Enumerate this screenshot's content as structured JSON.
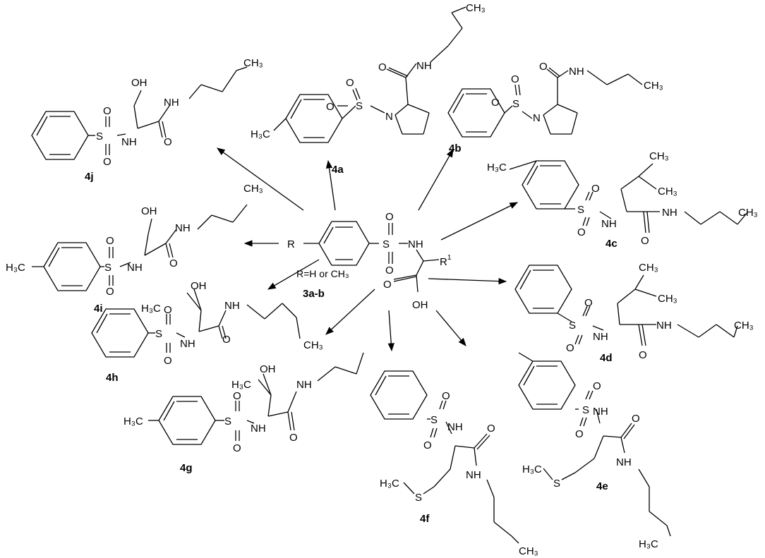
{
  "scheme": {
    "center": {
      "label": "3a-b",
      "caption": "R=H or CH₃",
      "r_group": "R",
      "r1_group": "R",
      "r1_sup": "1",
      "atoms": {
        "s": "S",
        "o": "O",
        "nh": "NH",
        "oh": "OH"
      }
    },
    "products": [
      {
        "id": "4a",
        "label": "4a",
        "aryl": "tolyl",
        "amino_acid": "proline"
      },
      {
        "id": "4b",
        "label": "4b",
        "aryl": "phenyl",
        "amino_acid": "proline"
      },
      {
        "id": "4c",
        "label": "4c",
        "aryl": "tolyl",
        "amino_acid": "leucine"
      },
      {
        "id": "4d",
        "label": "4d",
        "aryl": "phenyl",
        "amino_acid": "leucine"
      },
      {
        "id": "4e",
        "label": "4e",
        "aryl": "tolyl",
        "amino_acid": "methionine"
      },
      {
        "id": "4f",
        "label": "4f",
        "aryl": "phenyl",
        "amino_acid": "methionine"
      },
      {
        "id": "4g",
        "label": "4g",
        "aryl": "tolyl",
        "amino_acid": "threonine"
      },
      {
        "id": "4h",
        "label": "4h",
        "aryl": "phenyl",
        "amino_acid": "threonine"
      },
      {
        "id": "4i",
        "label": "4i",
        "aryl": "tolyl",
        "amino_acid": "serine"
      },
      {
        "id": "4j",
        "label": "4j",
        "aryl": "phenyl",
        "amino_acid": "serine"
      }
    ],
    "atoms": {
      "s": "S",
      "o": "O",
      "n": "N",
      "nh": "NH",
      "oh": "OH",
      "ch3": "CH₃",
      "h3c": "H₃C"
    }
  }
}
